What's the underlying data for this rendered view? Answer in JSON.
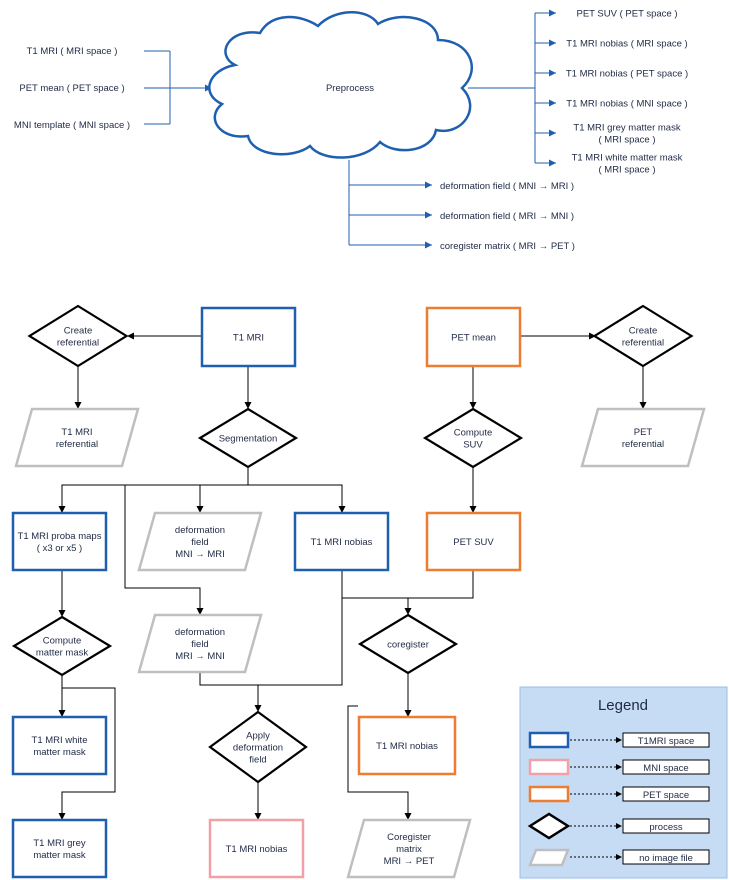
{
  "colors": {
    "blue": "#1f5fb0",
    "pink": "#f2a0a8",
    "orange": "#ed7d31",
    "gray": "#bfbfbf",
    "black": "#000000",
    "legend_bg": "#c6dcf5"
  },
  "top": {
    "inputs": [
      "T1 MRI ( MRI space )",
      "PET mean ( PET space )",
      "MNI template ( MNI space )"
    ],
    "process": "Preprocess",
    "outputs_right": [
      [
        "PET SUV ( PET space )"
      ],
      [
        "T1 MRI nobias ( MRI space )"
      ],
      [
        "T1 MRI nobias ( PET space )"
      ],
      [
        "T1 MRI nobias ( MNI space )"
      ],
      [
        "T1 MRI grey matter mask",
        "( MRI space )"
      ],
      [
        "T1 MRI white matter mask",
        "( MRI space )"
      ]
    ],
    "outputs_bottom": [
      "deformation field ( MNI → MRI )",
      "deformation field ( MRI → MNI )",
      "coregister matrix ( MRI → PET )"
    ]
  },
  "flow": {
    "t1mri": [
      "T1 MRI"
    ],
    "create_ref_left": [
      "Create",
      "referential"
    ],
    "t1mri_ref": [
      "T1 MRI",
      "referential"
    ],
    "segmentation": [
      "Segmentation"
    ],
    "pet_mean": [
      "PET mean"
    ],
    "create_ref_right": [
      "Create",
      "referential"
    ],
    "compute_suv": [
      "Compute",
      "SUV"
    ],
    "pet_ref": [
      "PET",
      "referential"
    ],
    "proba_maps": [
      "T1 MRI proba maps",
      "( x3 or x5 )"
    ],
    "deform_mni_mri": [
      "deformation",
      "field",
      "MNI → MRI"
    ],
    "t1_nobias_mri": [
      "T1 MRI nobias"
    ],
    "pet_suv": [
      "PET SUV"
    ],
    "compute_mask": [
      "Compute",
      "matter mask"
    ],
    "deform_mri_mni": [
      "deformation",
      "field",
      "MRI → MNI"
    ],
    "coregister": [
      "coregister"
    ],
    "white_mask": [
      "T1 MRI white",
      "matter mask"
    ],
    "apply_deform": [
      "Apply",
      "deformation",
      "field"
    ],
    "t1_nobias_pet": [
      "T1 MRI nobias"
    ],
    "grey_mask": [
      "T1 MRI grey",
      "matter mask"
    ],
    "t1_nobias_mni": [
      "T1 MRI nobias"
    ],
    "coreg_matrix": [
      "Coregister",
      "matrix",
      "MRI → PET"
    ]
  },
  "legend": {
    "title": "Legend",
    "items": [
      "T1MRI space",
      "MNI space",
      "PET space",
      "process",
      "no image file"
    ]
  }
}
